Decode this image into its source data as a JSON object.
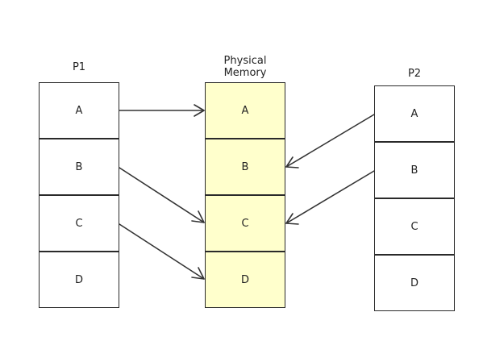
{
  "p1": {
    "title": "P1",
    "cells": [
      "A",
      "B",
      "C",
      "D"
    ]
  },
  "memory": {
    "title": "Physical\nMemory",
    "title_line1": "Physical",
    "title_line2": "Memory",
    "cells": [
      "A",
      "B",
      "C",
      "D"
    ],
    "fill_color": "#ffffcc"
  },
  "p2": {
    "title": "P2",
    "cells": [
      "A",
      "B",
      "C",
      "D"
    ]
  }
}
